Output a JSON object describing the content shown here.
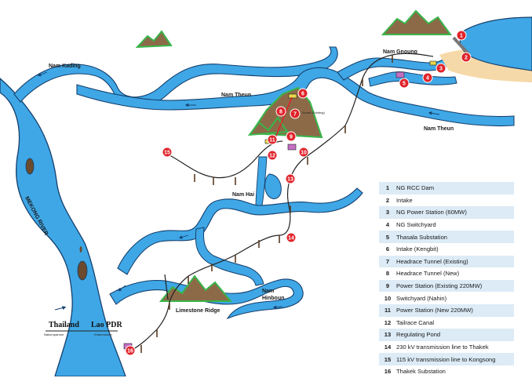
{
  "rivers": {
    "nam_kading": "Nam Kading",
    "nam_gnoung": "Nam Gnoung",
    "nam_theun_west": "Nam Theun",
    "nam_theun_east": "Nam Theun",
    "mekong": "MEKONG RIVER",
    "nam_hai": "Nam Hai",
    "nam_hinboun": "Nam\nHinboun"
  },
  "places": {
    "thailand": "Thailand",
    "lao": "Lao PDR",
    "nakornpanom": "Nakornpanom",
    "khammouan": "Khammouan",
    "limestone_ridge": "Limestone Ridge",
    "tunnel_existing": "Tunnel (Existing)"
  },
  "markers": [
    "1",
    "2",
    "3",
    "4",
    "5",
    "6",
    "7",
    "8",
    "9",
    "10",
    "11",
    "12",
    "13",
    "14",
    "15",
    "16"
  ],
  "legend": [
    {
      "num": "1",
      "label": "NG RCC Dam"
    },
    {
      "num": "2",
      "label": "Intake"
    },
    {
      "num": "3",
      "label": "NG Power Station (60MW)"
    },
    {
      "num": "4",
      "label": "NG Switchyard"
    },
    {
      "num": "5",
      "label": "Thasala Substation"
    },
    {
      "num": "6",
      "label": "Intake (Kengbit)"
    },
    {
      "num": "7",
      "label": "Headrace Tunnel (Existing)"
    },
    {
      "num": "8",
      "label": "Headrace Tunnel (New)"
    },
    {
      "num": "9",
      "label": "Power Station (Existing 220MW)"
    },
    {
      "num": "10",
      "label": "Switchyard (Nahin)"
    },
    {
      "num": "11",
      "label": "Power Station (New 220MW)"
    },
    {
      "num": "12",
      "label": "Tailrace Canal"
    },
    {
      "num": "13",
      "label": "Regulating Pond"
    },
    {
      "num": "14",
      "label": "230 kV  transmission line to Thakek"
    },
    {
      "num": "15",
      "label": "115 kV  transmission line to Kongsong"
    },
    {
      "num": "16",
      "label": "Thakek Substation"
    }
  ],
  "colors": {
    "river": "#3fa7e6",
    "river_edge": "#15406e",
    "mountain": "#8c6a48",
    "mountain_green": "#39b54a",
    "marker": "#e0232a",
    "line": "#222222",
    "legend_shade": "#dcebf6",
    "sand": "#f6d9a8"
  }
}
